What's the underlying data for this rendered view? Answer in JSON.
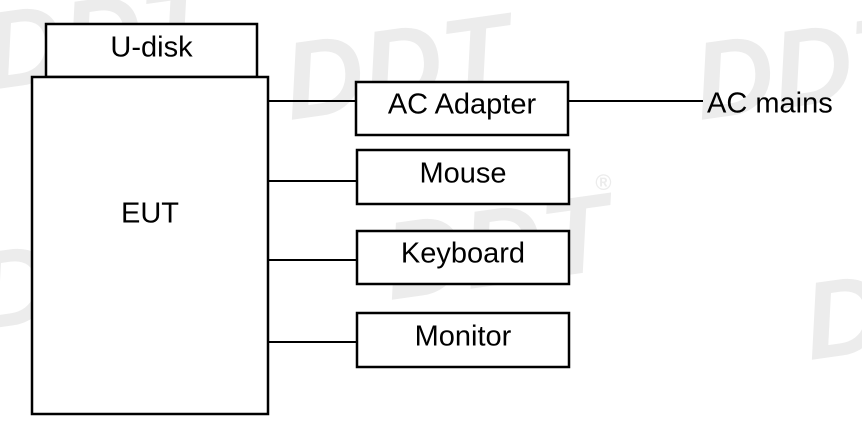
{
  "diagram": {
    "nodes": {
      "udisk": "U-disk",
      "eut": "EUT",
      "ac_adapter": "AC Adapter",
      "mouse": "Mouse",
      "keyboard": "Keyboard",
      "monitor": "Monitor",
      "ac_mains": "AC mains"
    },
    "edges": [
      {
        "from": "eut",
        "to": "ac_adapter"
      },
      {
        "from": "ac_adapter",
        "to": "ac_mains"
      },
      {
        "from": "eut",
        "to": "mouse"
      },
      {
        "from": "eut",
        "to": "keyboard"
      },
      {
        "from": "eut",
        "to": "monitor"
      }
    ]
  },
  "watermark": {
    "text": "DDT",
    "mark": "®",
    "color": "#ececec"
  }
}
